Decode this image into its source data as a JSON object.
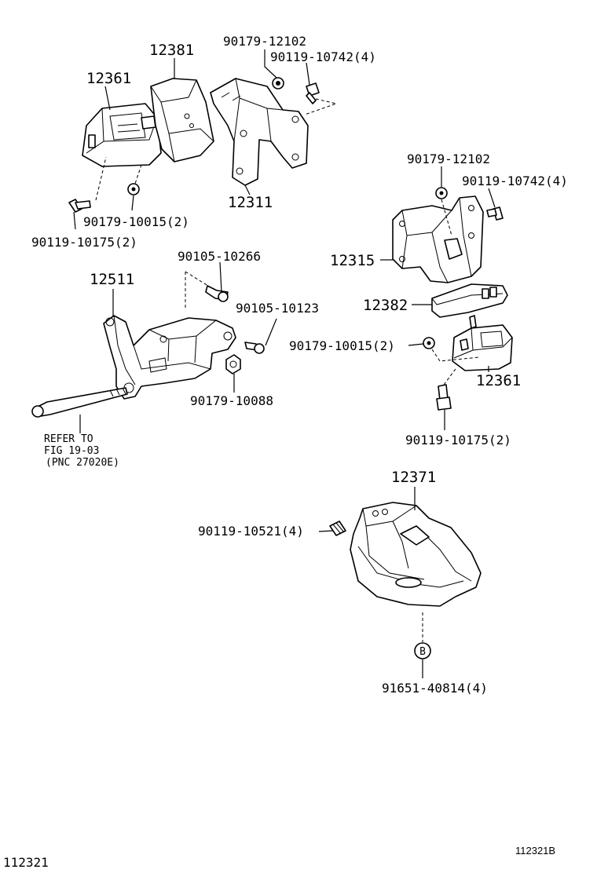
{
  "callouts": {
    "p12381": "12381",
    "p12361_top": "12361",
    "p90179_12102_top": "90179-12102",
    "p90119_10742_top": "90119-10742(4)",
    "p12311": "12311",
    "p90179_10015_top": "90179-10015(2)",
    "p90119_10175_top": "90119-10175(2)",
    "p90179_12102_right": "90179-12102",
    "p90119_10742_right": "90119-10742(4)",
    "p12315": "12315",
    "p12382": "12382",
    "p90105_10266": "90105-10266",
    "p12511": "12511",
    "p90105_10123": "90105-10123",
    "p90179_10015_right": "90179-10015(2)",
    "p12361_right": "12361",
    "p90179_10088": "90179-10088",
    "p90119_10175_right": "90119-10175(2)",
    "p12371": "12371",
    "p90119_10521": "90119-10521(4)",
    "p91651_40814": "91651-40814(4)"
  },
  "refer_note": {
    "line1": "REFER TO",
    "line2": "FIG 19-03",
    "line3": "(PNC 27020E)"
  },
  "circle_marker": "B",
  "footer": {
    "left_code": "112321",
    "right_code": "112321B"
  }
}
